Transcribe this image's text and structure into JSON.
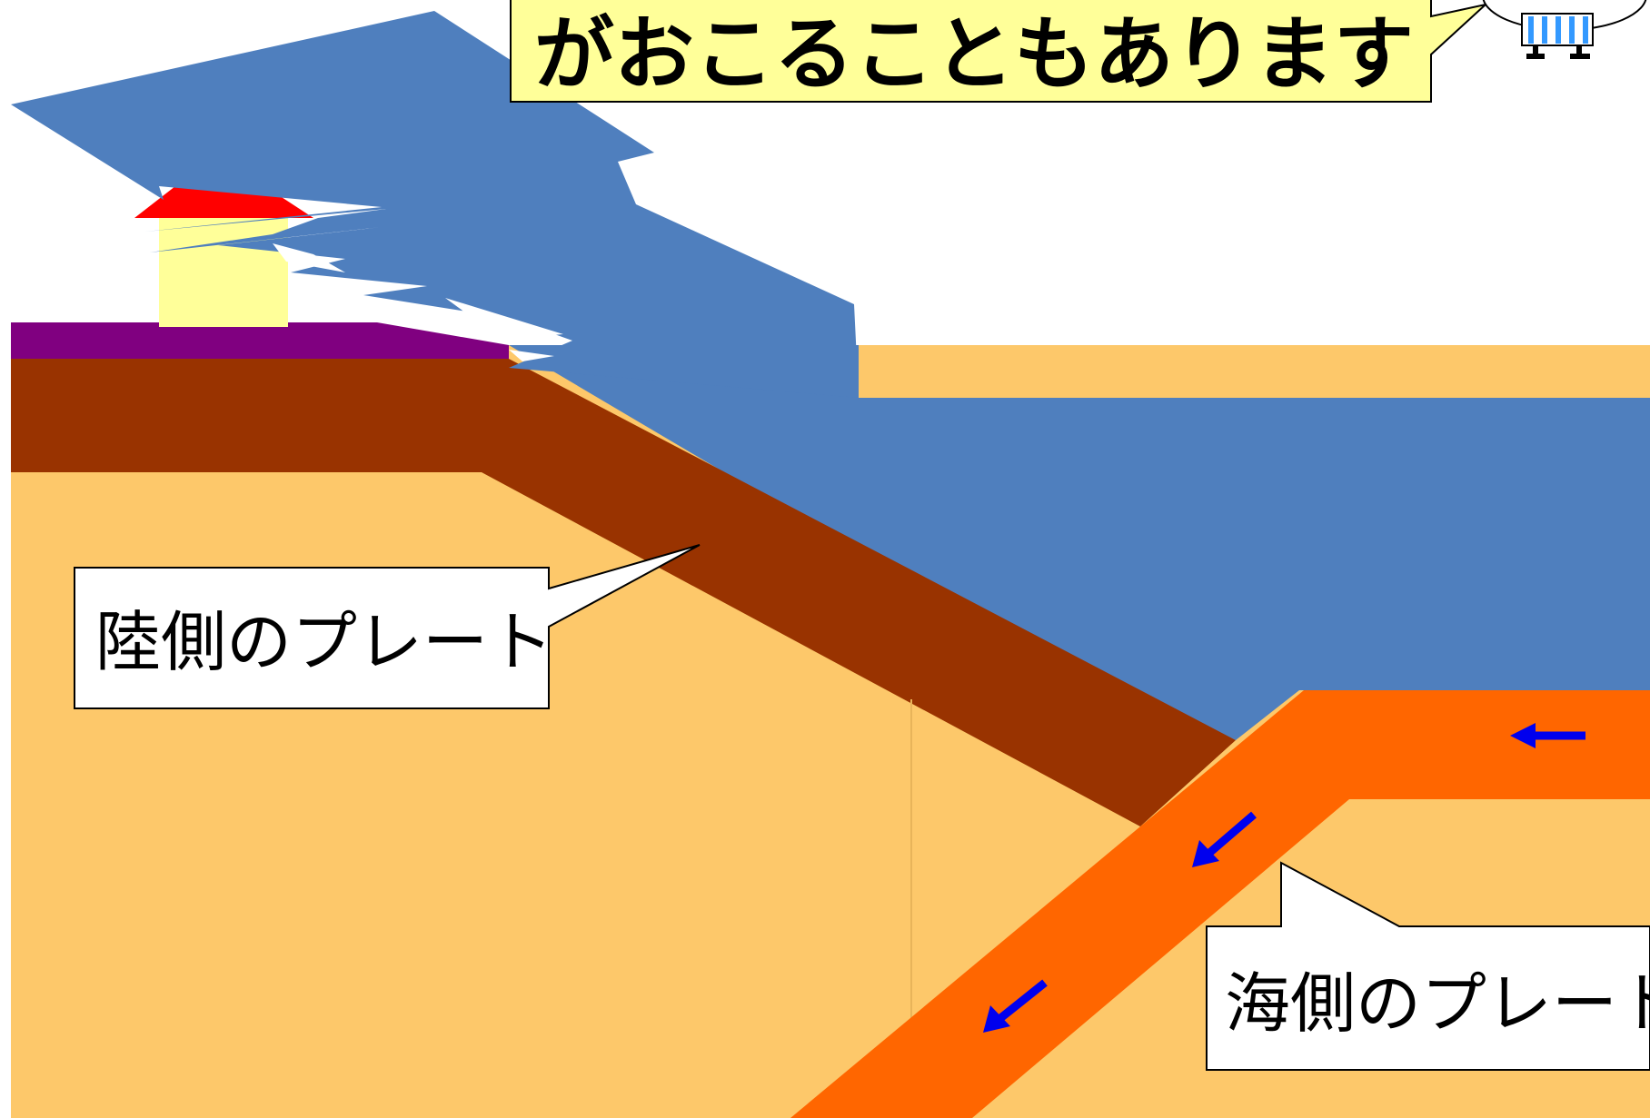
{
  "title_text": "がおこることもあります",
  "labels": {
    "land_plate": "陸側のプレート",
    "ocean_plate": "海側のプレート"
  },
  "colors": {
    "sea": "#4f7fbe",
    "tsunami": "#4f7fbe",
    "land_mantle": "#fdc86a",
    "land_plate": "#993300",
    "ocean_plate": "#ff6600",
    "surface_strip": "#800080",
    "house_roof": "#ff0000",
    "house_wall": "#ffff99",
    "callout_fill": "#ffff99",
    "label_box": "#ffffff",
    "arrow": "#0000ee"
  },
  "icons": [
    "house-icon",
    "mascot-character-icon",
    "arrow-icon"
  ]
}
